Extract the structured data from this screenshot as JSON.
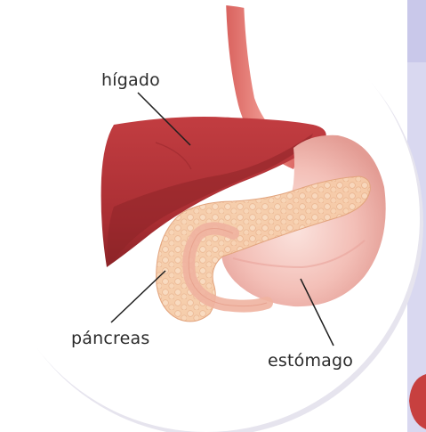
{
  "labels": {
    "liver": "hígado",
    "pancreas": "páncreas",
    "stomach": "estómago"
  },
  "colors": {
    "background_band": "#d9d8f0",
    "circle_fill": "#ffffff",
    "liver": "#b8353a",
    "liver_shadow": "#8e2428",
    "esophagus": "#e07c76",
    "stomach": "#f2b9b2",
    "pancreas": "#f6cba8",
    "duodenum": "#f0b3a0",
    "leader_line": "#1e1e1e"
  },
  "icons": [
    "liver-illustration",
    "stomach-illustration",
    "pancreas-illustration",
    "esophagus-illustration"
  ]
}
